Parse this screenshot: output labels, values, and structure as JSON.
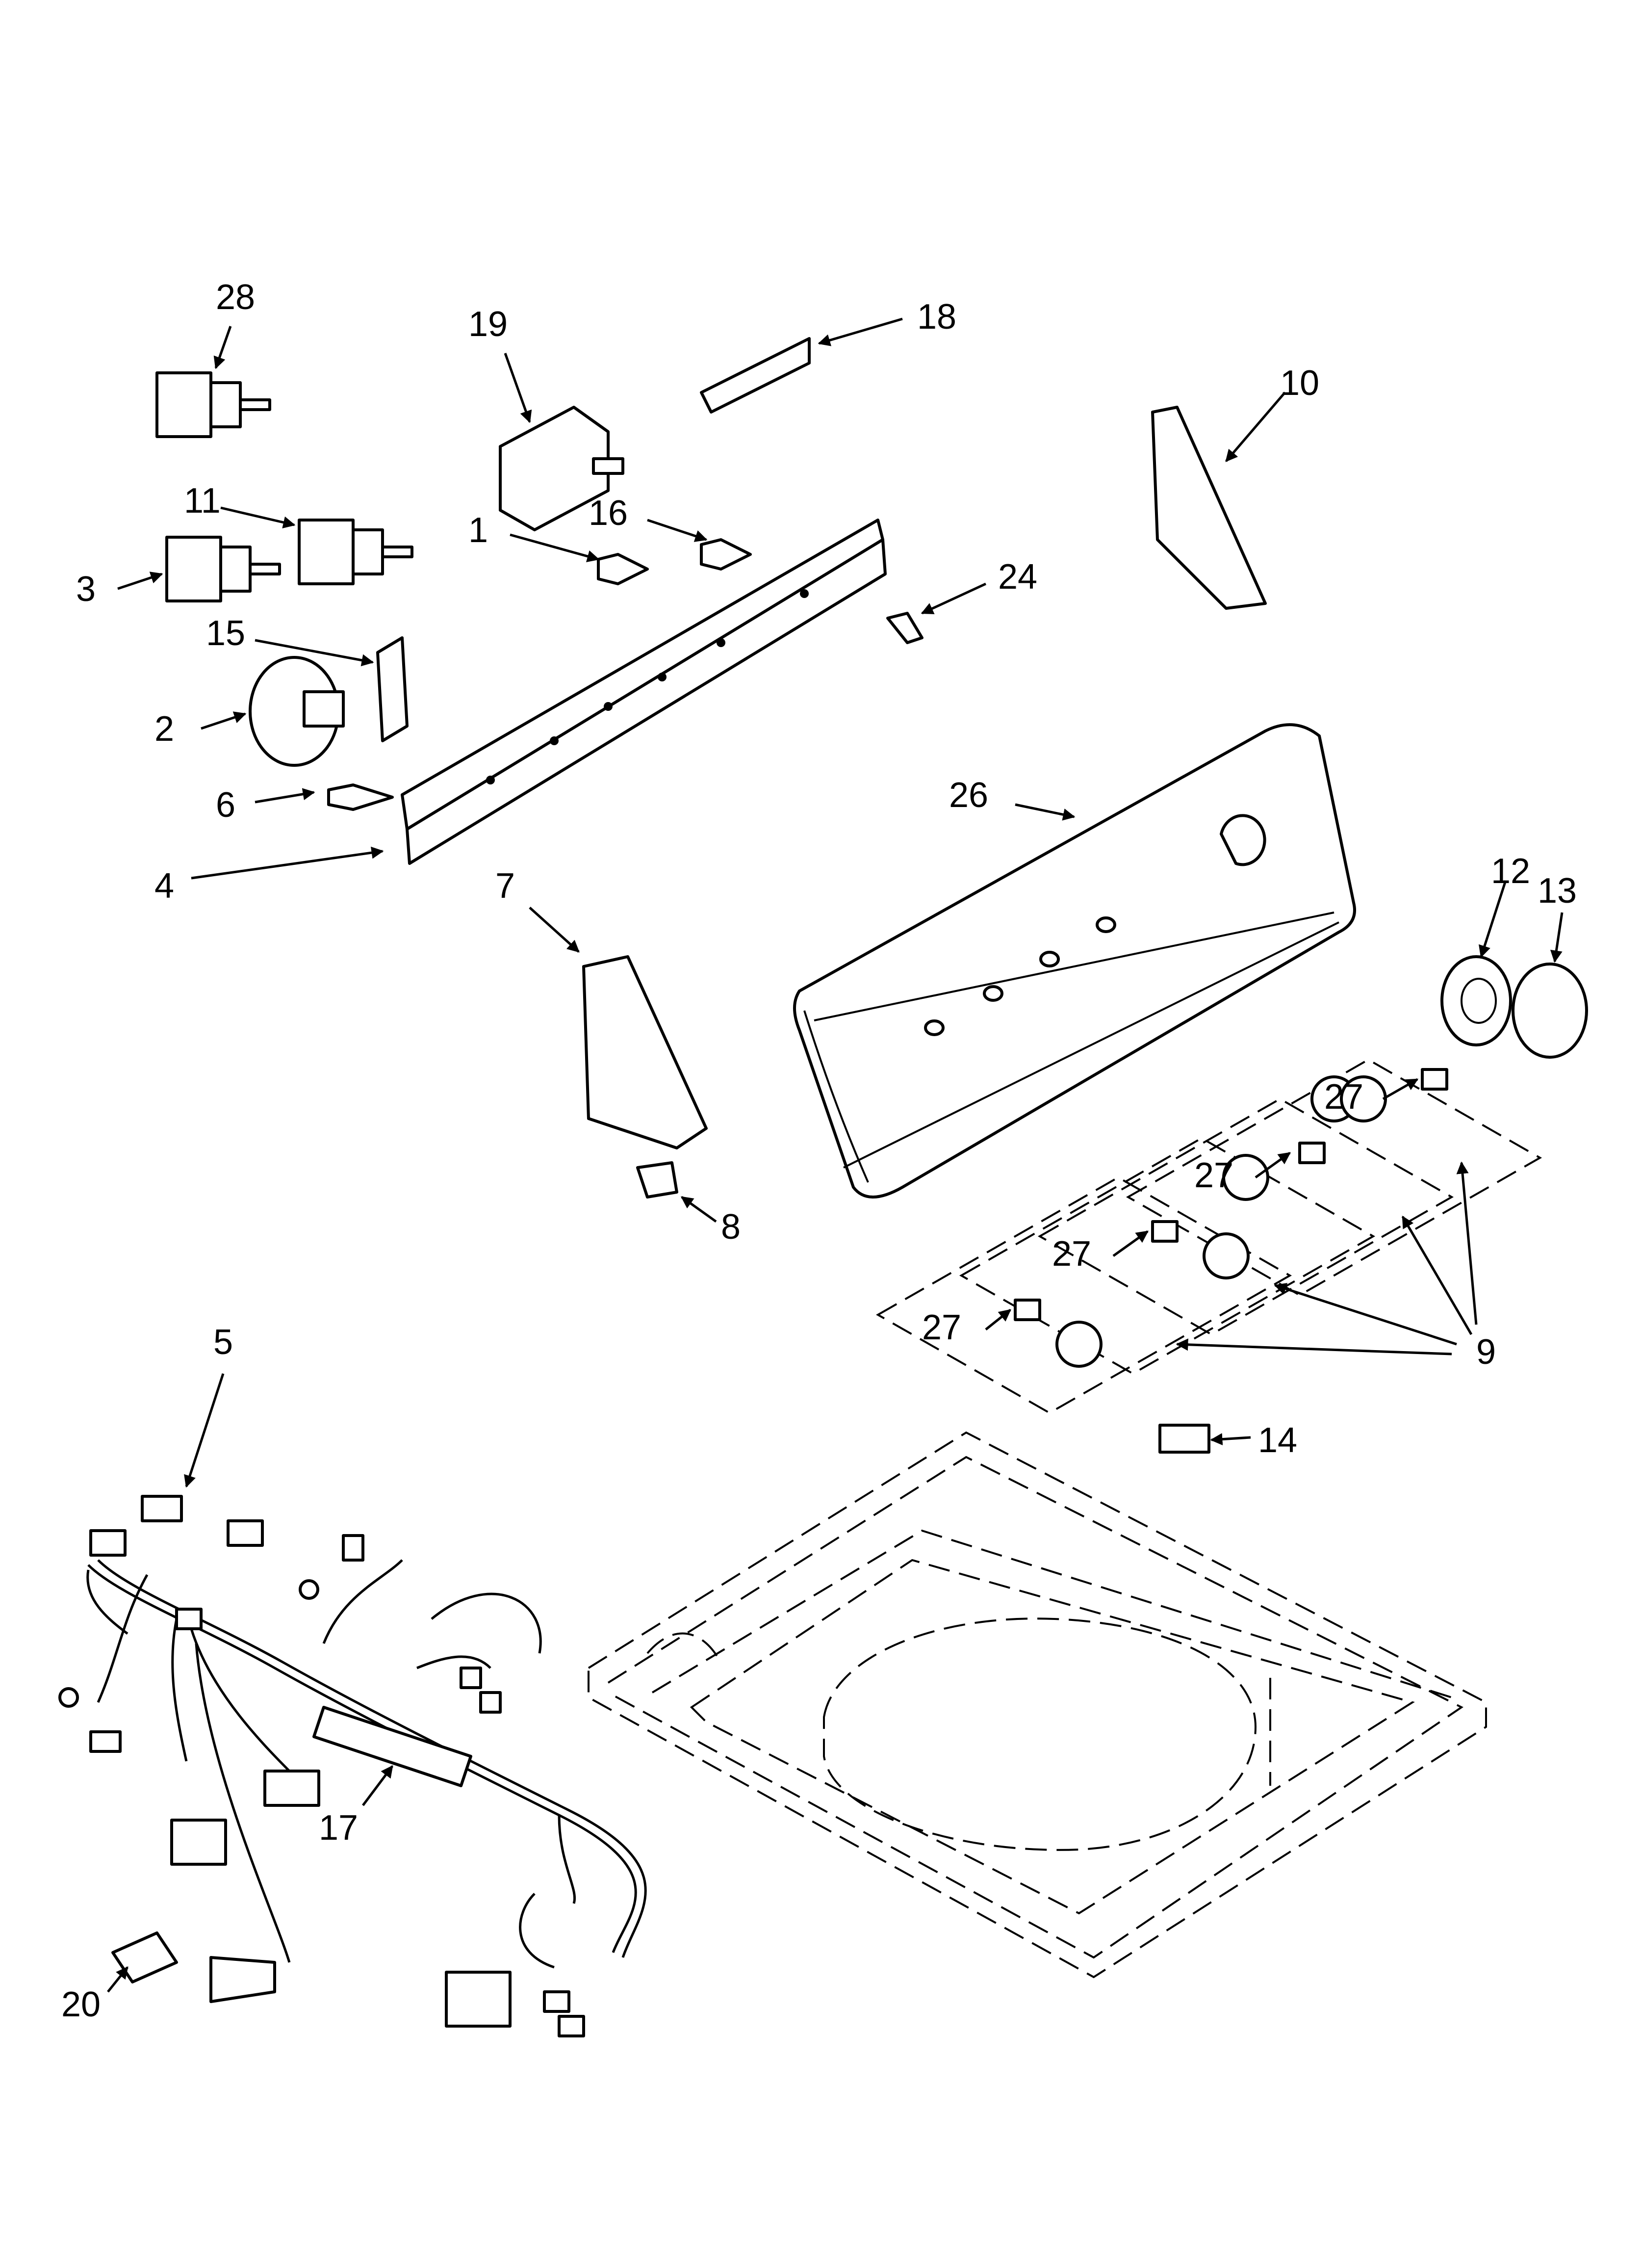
{
  "callouts": [
    {
      "id": "c1",
      "label": "1"
    },
    {
      "id": "c2",
      "label": "2"
    },
    {
      "id": "c3",
      "label": "3"
    },
    {
      "id": "c4",
      "label": "4"
    },
    {
      "id": "c5",
      "label": "5"
    },
    {
      "id": "c6",
      "label": "6"
    },
    {
      "id": "c7",
      "label": "7"
    },
    {
      "id": "c8",
      "label": "8"
    },
    {
      "id": "c9",
      "label": "9"
    },
    {
      "id": "c10",
      "label": "10"
    },
    {
      "id": "c11",
      "label": "11"
    },
    {
      "id": "c12",
      "label": "12"
    },
    {
      "id": "c13",
      "label": "13"
    },
    {
      "id": "c14",
      "label": "14"
    },
    {
      "id": "c15",
      "label": "15"
    },
    {
      "id": "c16",
      "label": "16"
    },
    {
      "id": "c17",
      "label": "17"
    },
    {
      "id": "c18",
      "label": "18"
    },
    {
      "id": "c19",
      "label": "19"
    },
    {
      "id": "c20",
      "label": "20"
    },
    {
      "id": "c24",
      "label": "24"
    },
    {
      "id": "c26",
      "label": "26"
    },
    {
      "id": "c27a",
      "label": "27"
    },
    {
      "id": "c27b",
      "label": "27"
    },
    {
      "id": "c27c",
      "label": "27"
    },
    {
      "id": "c27d",
      "label": "27"
    },
    {
      "id": "c28",
      "label": "28"
    }
  ]
}
